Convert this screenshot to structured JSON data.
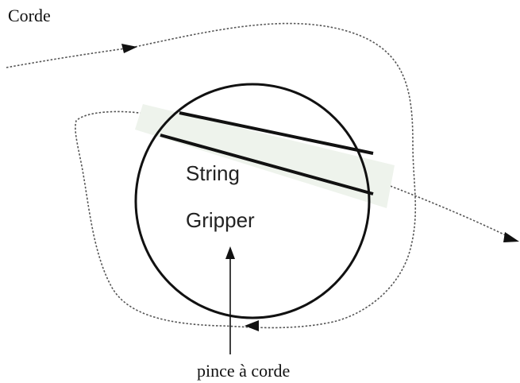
{
  "labels": {
    "rope": "Corde",
    "gripper_line1": "String",
    "gripper_line2": "Gripper",
    "caption": "pince à corde"
  },
  "colors": {
    "background": "#ffffff",
    "outline": "#111111",
    "dotted_path": "#555555",
    "slot_band": "#eef3ec",
    "disc_fill": "#ffffff"
  },
  "icons": {
    "path_arrows": "triangle-arrowhead",
    "pointer": "up-arrow"
  }
}
